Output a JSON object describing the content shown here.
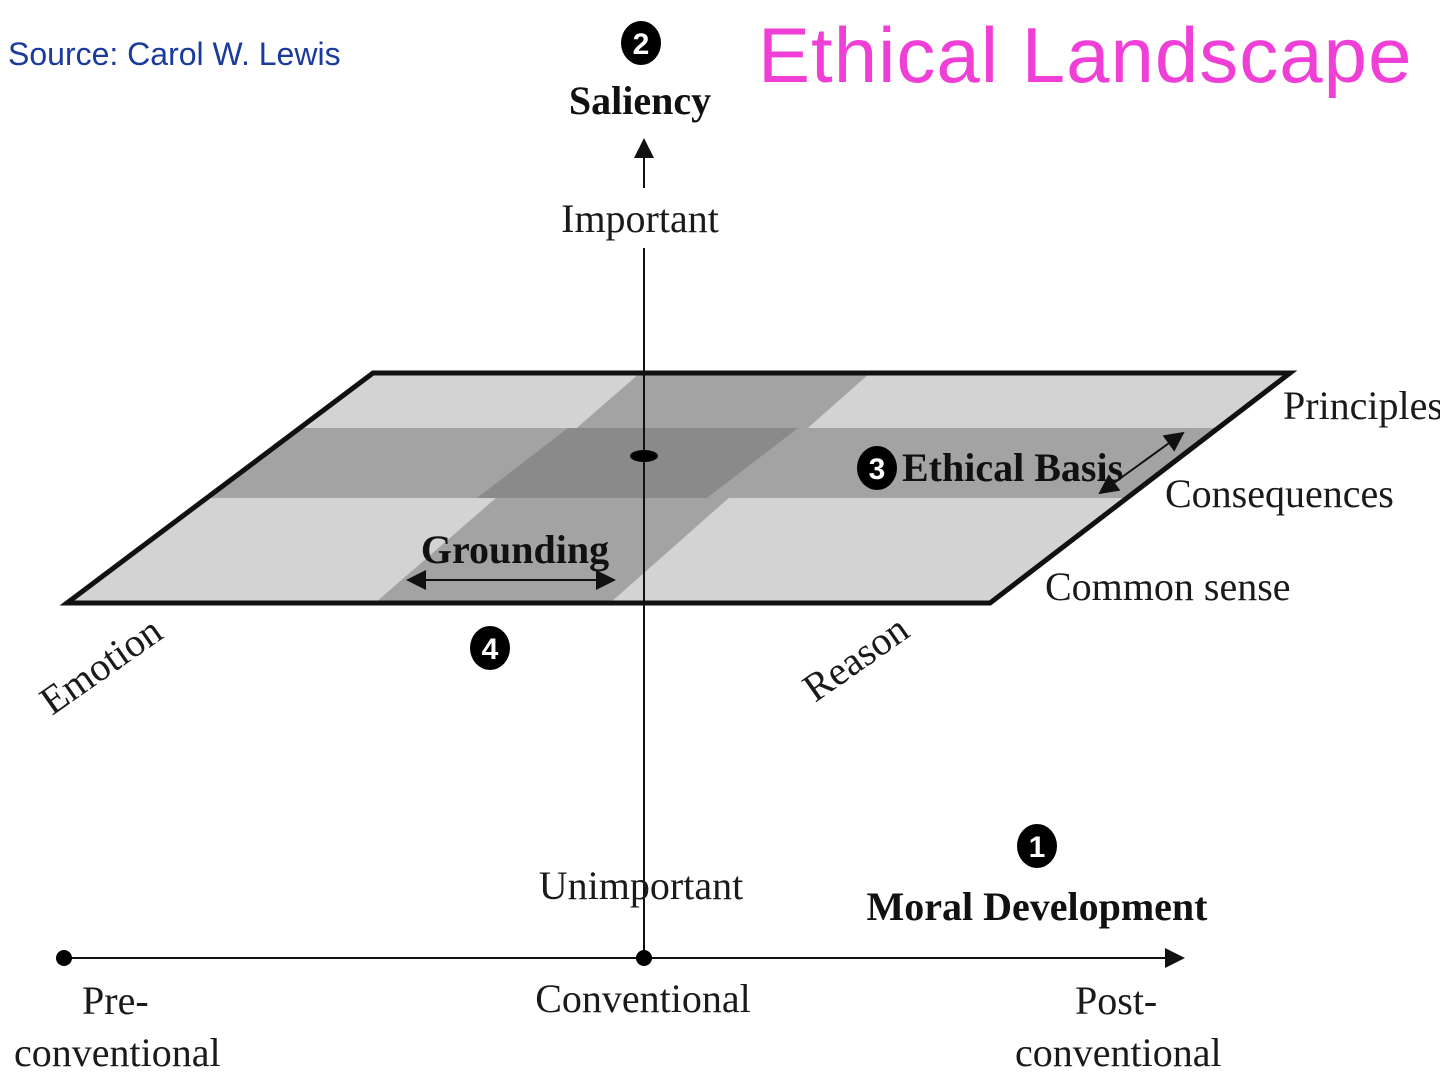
{
  "source": "Source: Carol W. Lewis",
  "title": "Ethical Landscape",
  "saliency": {
    "number": "2",
    "label": "Saliency",
    "top": "Important",
    "bottom": "Unimportant"
  },
  "ethical_basis": {
    "number": "3",
    "label": "Ethical Basis",
    "levels": [
      "Principles",
      "Consequences",
      "Common sense"
    ]
  },
  "grounding": {
    "number": "4",
    "label": "Grounding",
    "left": "Emotion",
    "right": "Reason"
  },
  "moral_development": {
    "number": "1",
    "label": "Moral Development",
    "pre_line1": "Pre-",
    "pre_line2": "conventional",
    "mid": "Conventional",
    "post_line1": "Post-",
    "post_line2": "conventional"
  },
  "colors": {
    "title": "#f03fd6",
    "source": "#1a3a9e",
    "plane_light": "#d3d3d3",
    "plane_band": "#a3a3a3",
    "plane_overlap": "#8a8a8a"
  }
}
